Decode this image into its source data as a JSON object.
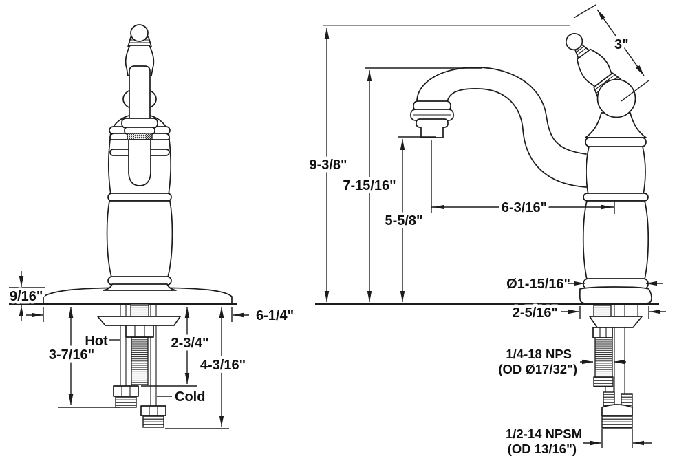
{
  "diagram": {
    "title": "Single-handle kitchen faucet installation dimension drawing",
    "view_left": "front view with deck plate and supply shanks",
    "view_right": "side view with spout reach and supply thread specs"
  },
  "labels": {
    "left": {
      "plate_thickness": "9/16\"",
      "shank_length": "3-7/16\"",
      "hot": "Hot",
      "cold": "Cold",
      "thread_end": "2-3/4\"",
      "supply_end": "4-3/16\"",
      "plate_width": "6-1/4\""
    },
    "right": {
      "overall_height": "9-3/8\"",
      "spout_top_height": "7-15/16\"",
      "outlet_height": "5-5/8\"",
      "spout_reach": "6-3/16\"",
      "handle_length": "3\"",
      "body_diameter": "Ø1-15/16\"",
      "base_width": "2-5/16\"",
      "shank_thread": "1/4-18 NPS",
      "shank_thread_od": "(OD Ø17/32\")",
      "supply_thread": "1/2-14 NPSM",
      "supply_thread_od": "(OD 13/16\")"
    }
  },
  "colors": {
    "line": "#1c1c1c",
    "extension_gray": "#939393",
    "background": "#ffffff",
    "text": "#111111"
  }
}
